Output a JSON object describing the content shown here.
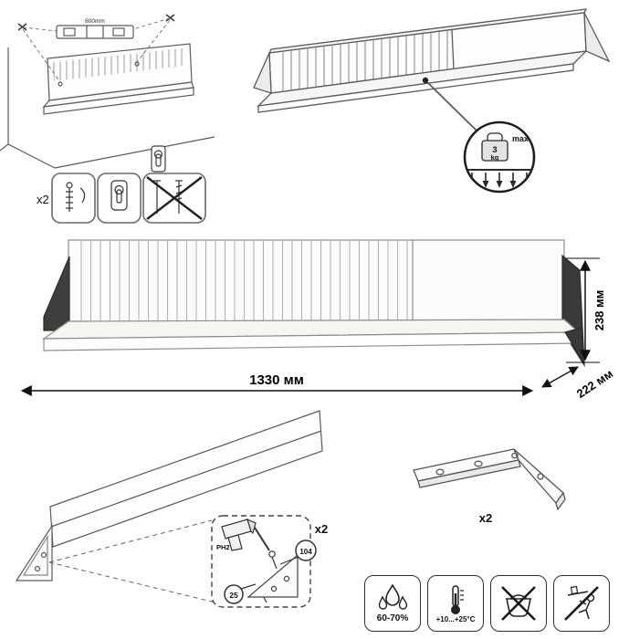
{
  "mounting": {
    "spacing_label": "800mm",
    "fastener_count_label": "x2"
  },
  "load_limit": {
    "weight_value": "3",
    "weight_unit": "kg",
    "max_label": "max"
  },
  "dimensions": {
    "width_label": "1330 мм",
    "height_label": "238 мм",
    "depth_label": "222 мм"
  },
  "assembly": {
    "quantity_label": "x2",
    "bit_label": "PH2",
    "hardware_callout_screw": "104",
    "hardware_callout_bracket": "25"
  },
  "bracket": {
    "quantity_label": "x2"
  },
  "care": {
    "humidity_label": "60-70%",
    "temperature_label": "+10...+25°C"
  },
  "colors": {
    "background": "#ffffff",
    "line": "#555555",
    "dark_bracket": "#3a3a38",
    "dimension_text": "#000000"
  },
  "icons": {
    "level": "spirit-level-icon",
    "wall_plug": "wall-plug-screw-icon",
    "keyhole_hanger": "keyhole-hanger-icon",
    "wrong_fasteners": "wrong-fasteners-icon",
    "load_weight": "weight-3kg-icon",
    "drill": "drill-driver-icon",
    "humidity": "humidity-drops-icon",
    "temperature": "thermometer-icon",
    "no_wet_cleaning": "no-wet-cleaning-icon",
    "no_climbing": "no-climbing-icon"
  }
}
